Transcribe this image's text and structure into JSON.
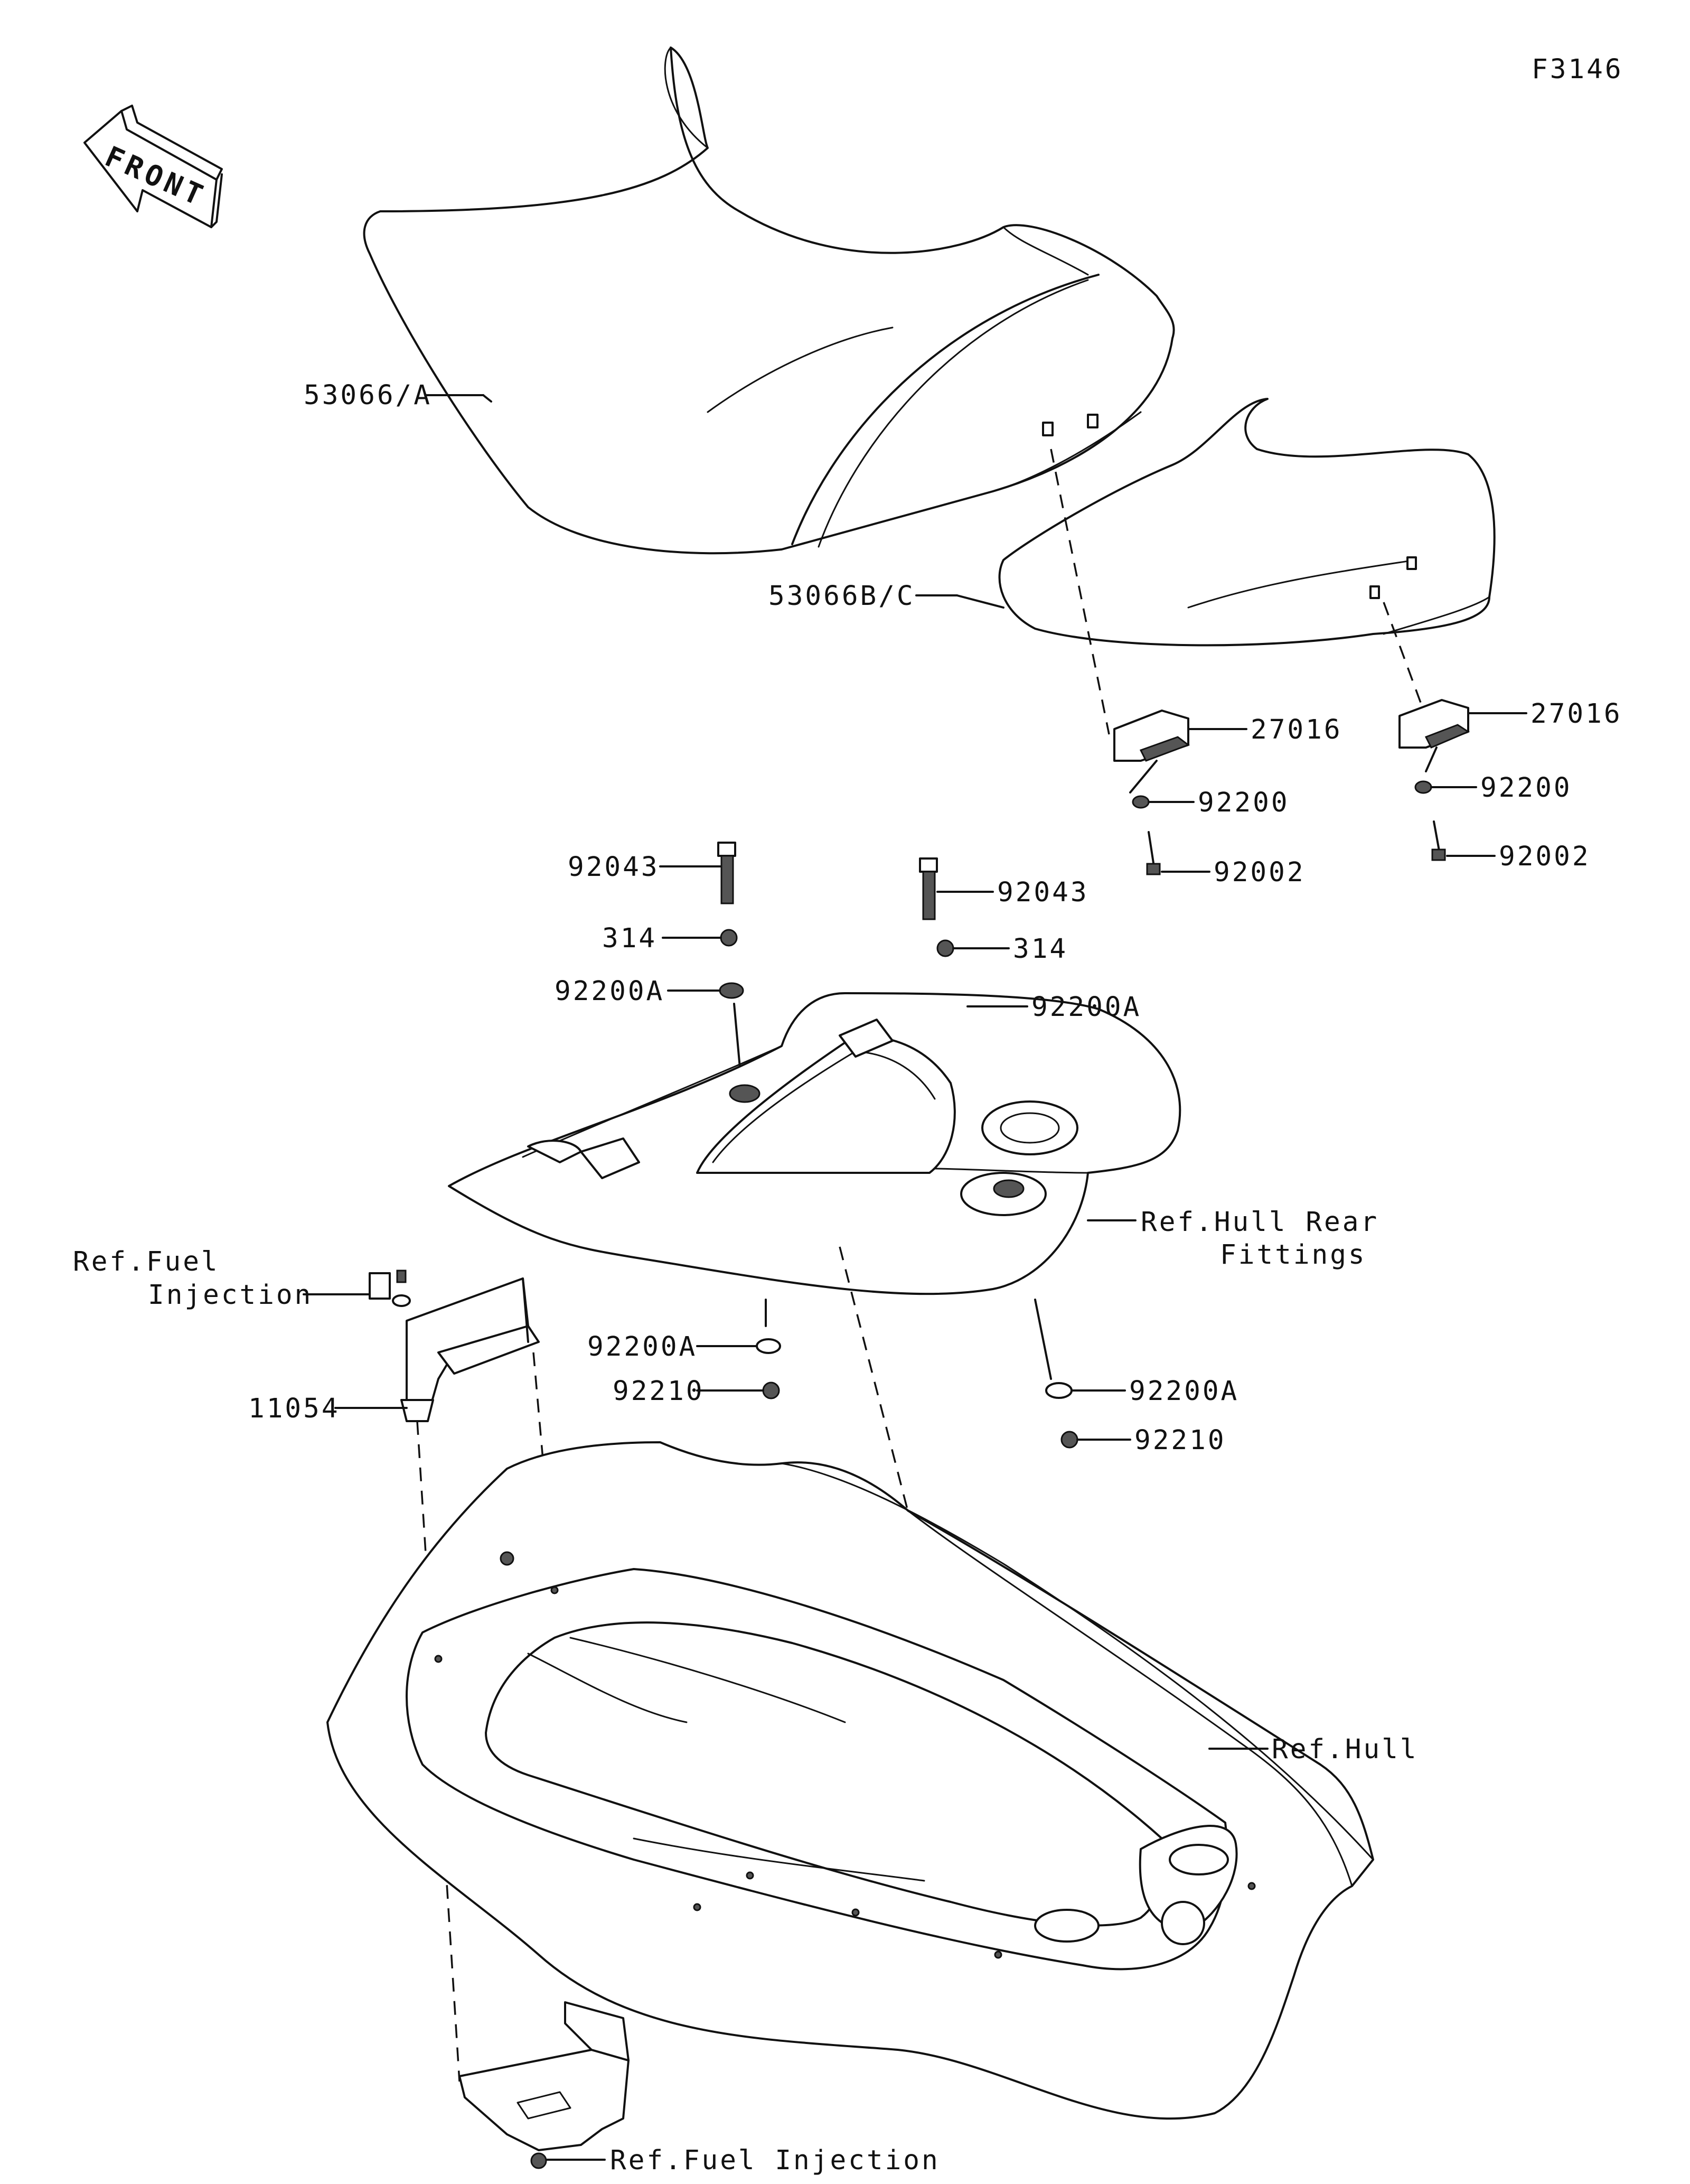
{
  "figure_code": "F3146",
  "front_arrow": {
    "text": "FRONT"
  },
  "labels": {
    "seat_front": "53066/A",
    "seat_rear": "53066B/C",
    "bracket_left": "27016",
    "bracket_right": "27016",
    "washer_left": "92200",
    "washer_right": "92200",
    "bolt_left": "92002",
    "bolt_right": "92002",
    "stud_left": "92043",
    "stud_right": "92043",
    "nut_left": "314",
    "nut_right": "314",
    "washer_a_upper_left": "92200A",
    "washer_a_upper_right": "92200A",
    "rear_fittings_ref_line1": "Ref.Hull Rear",
    "rear_fittings_ref_line2": "Fittings",
    "fuel_ref_upper_line1": "Ref.Fuel",
    "fuel_ref_upper_line2": "Injection",
    "bracket_11054": "11054",
    "washer_a_lower_left": "92200A",
    "nut_lower_left": "92210",
    "washer_a_lower_right": "92200A",
    "nut_lower_right": "92210",
    "hull_ref": "Ref.Hull",
    "fuel_ref_lower": "Ref.Fuel Injection"
  }
}
